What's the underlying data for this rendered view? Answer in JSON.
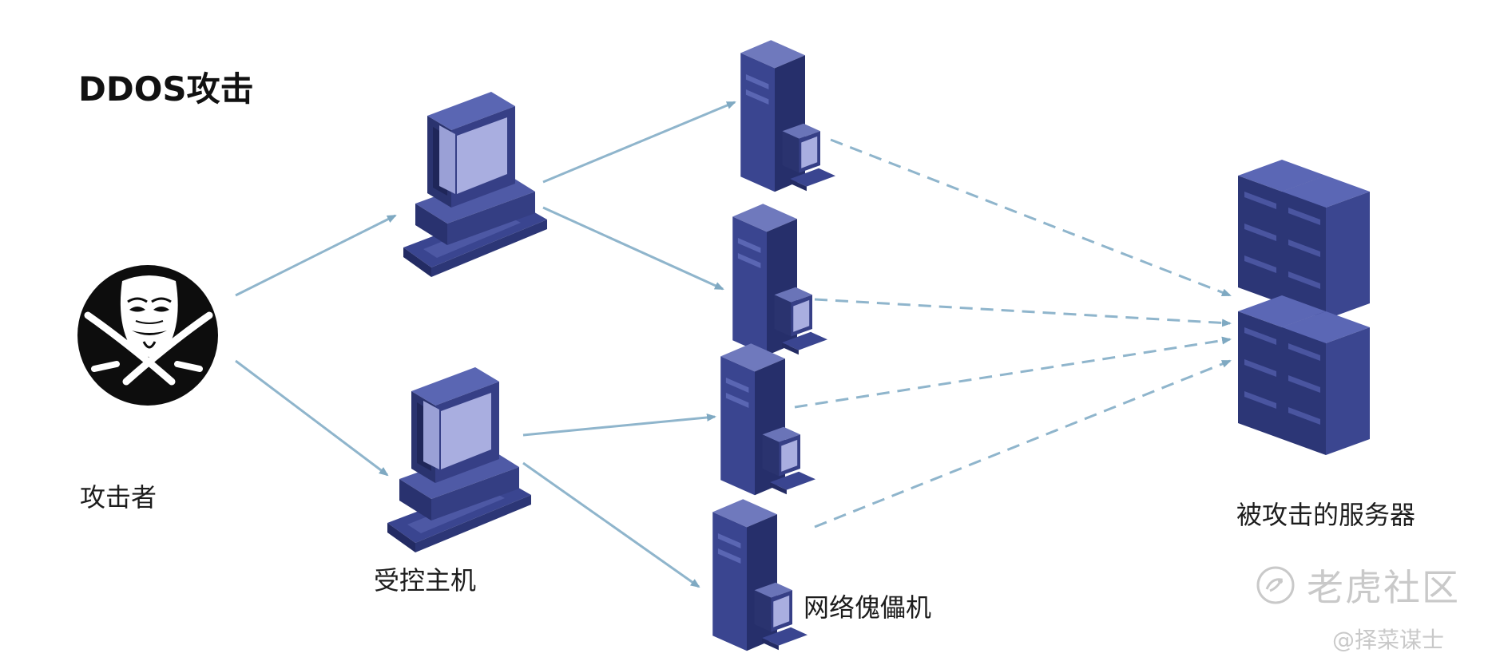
{
  "title": "DDOS攻击",
  "labels": {
    "attacker": "攻击者",
    "controlled_host": "受控主机",
    "botnet": "网络傀儡机",
    "target_server": "被攻击的服务器"
  },
  "watermark": {
    "brand": "老虎社区",
    "author": "@择菜谋士"
  },
  "colors": {
    "device_dark": "#2c3676",
    "device_mid": "#3f4a93",
    "device_light": "#6a74b8",
    "screen": "#a9aee0",
    "arrow": "#8fb5cc"
  }
}
